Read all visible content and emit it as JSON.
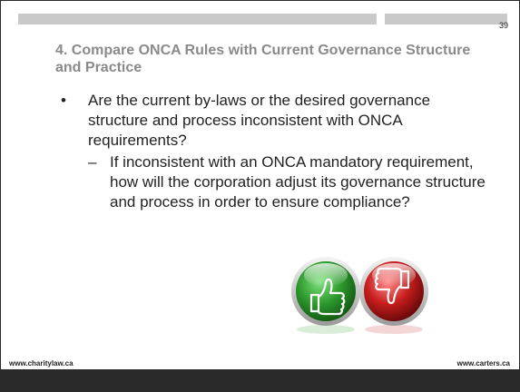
{
  "slide": {
    "page_number": "39",
    "heading": "4. Compare ONCA Rules with Current Governance Structure and Practice",
    "bullet": {
      "mark": "•",
      "text": "Are the current by-laws or the desired governance structure and process inconsistent with ONCA requirements?"
    },
    "sub_bullet": {
      "mark": "–",
      "text": "If inconsistent with an ONCA mandatory requirement, how will the corporation adjust its governance structure and process in order to ensure compliance?"
    },
    "thumbs": {
      "up_color": "#2e9a2e",
      "down_color": "#c81e1e",
      "icons": [
        "thumbs-up-icon",
        "thumbs-down-icon"
      ]
    },
    "footer": {
      "left_url": "www.charitylaw.ca",
      "right_url": "www.carters.ca"
    }
  }
}
